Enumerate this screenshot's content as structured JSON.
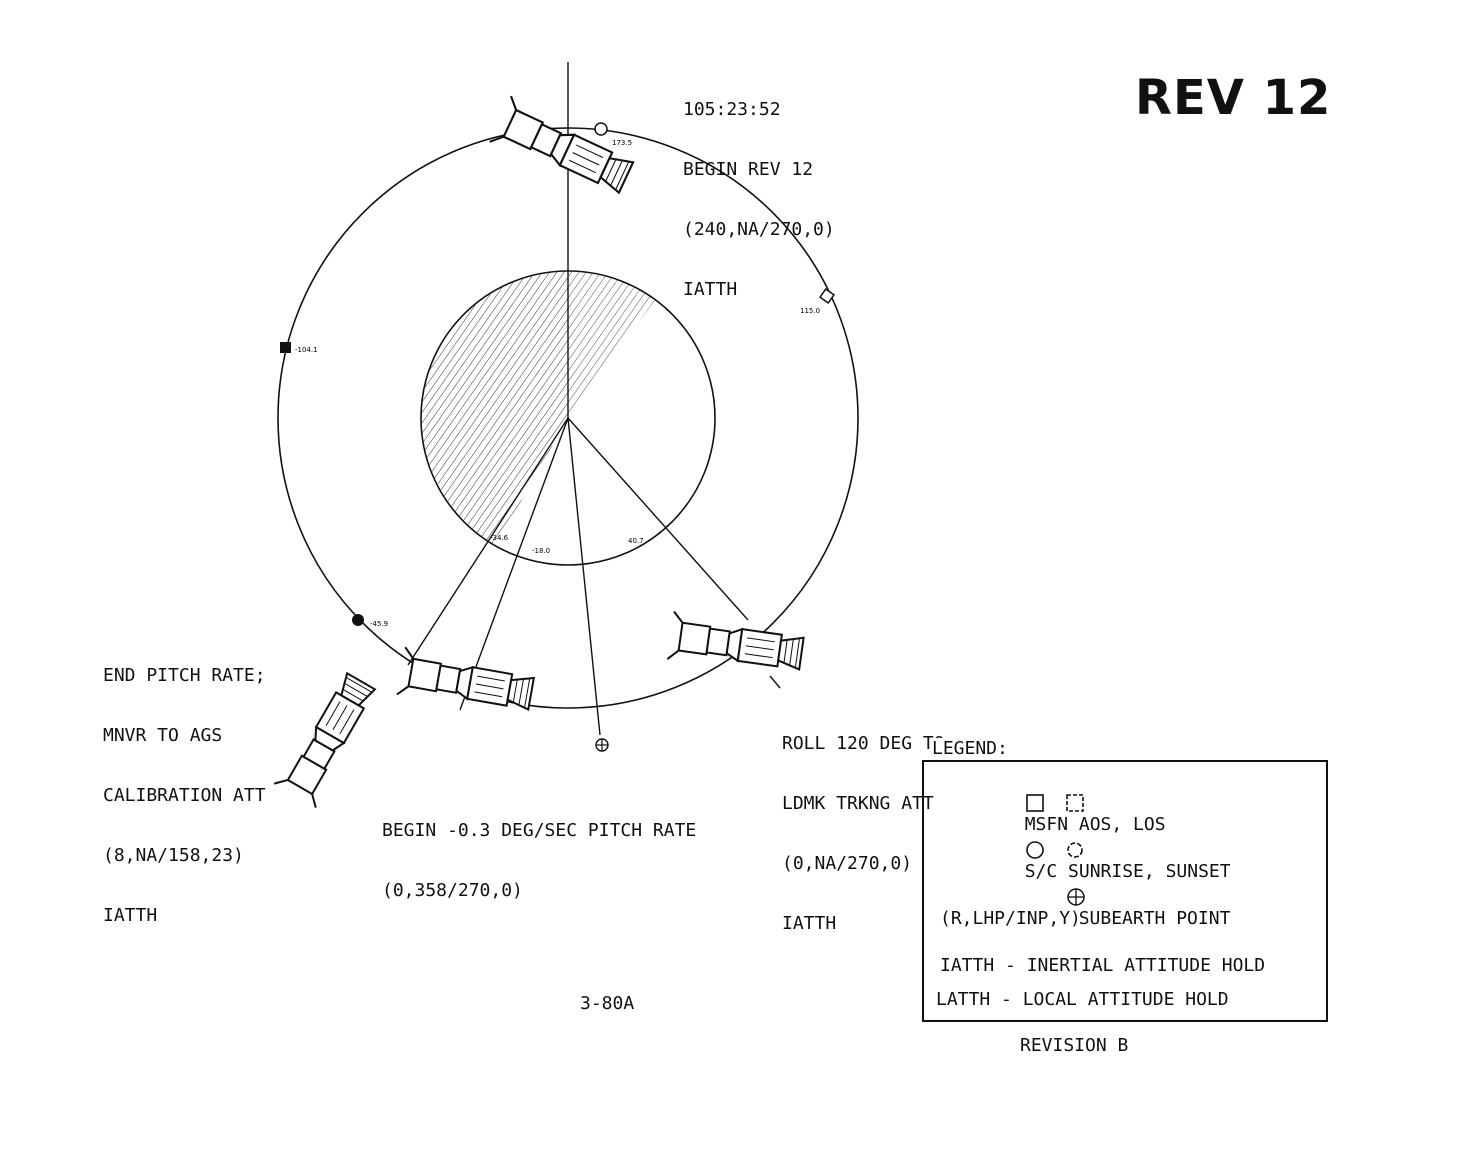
{
  "title": "REV 12",
  "page_number": "3-80A",
  "revision": "REVISION B",
  "annotations": {
    "top": [
      "105:23:52",
      "BEGIN REV 12",
      "(240,NA/270,0)",
      "IATTH"
    ],
    "left": [
      "END PITCH RATE;",
      "MNVR TO AGS",
      "CALIBRATION ATT",
      "(8,NA/158,23)",
      "IATTH"
    ],
    "bottom": [
      "BEGIN -0.3 DEG/SEC PITCH RATE",
      "(0,358/270,0)"
    ],
    "right": [
      "ROLL 120 DEG TO",
      "LDMK TRKNG ATT",
      "(0,NA/270,0)",
      "IATTH"
    ]
  },
  "orbit_marks": {
    "sunrise_top": "173.5",
    "aos_right": "115.0",
    "los_left": "-104.1",
    "sunset_left": "-45.9"
  },
  "inner_marks": {
    "a": "-34.6",
    "b": "-18.0",
    "c": "40.7"
  },
  "legend": {
    "title": "LEGEND:",
    "msfn": "MSFN AOS, LOS",
    "sun": "S/C SUNRISE, SUNSET",
    "subearth": "SUBEARTH POINT",
    "format": "(R,LHP/INP,Y)",
    "iatth": "IATTH - INERTIAL ATTITUDE HOLD",
    "latth": "LATTH - LOCAL ATTITUDE HOLD"
  },
  "icons": {
    "spacecraft": "apollo-csm-lm-icon",
    "subearth": "circled-plus-icon"
  }
}
